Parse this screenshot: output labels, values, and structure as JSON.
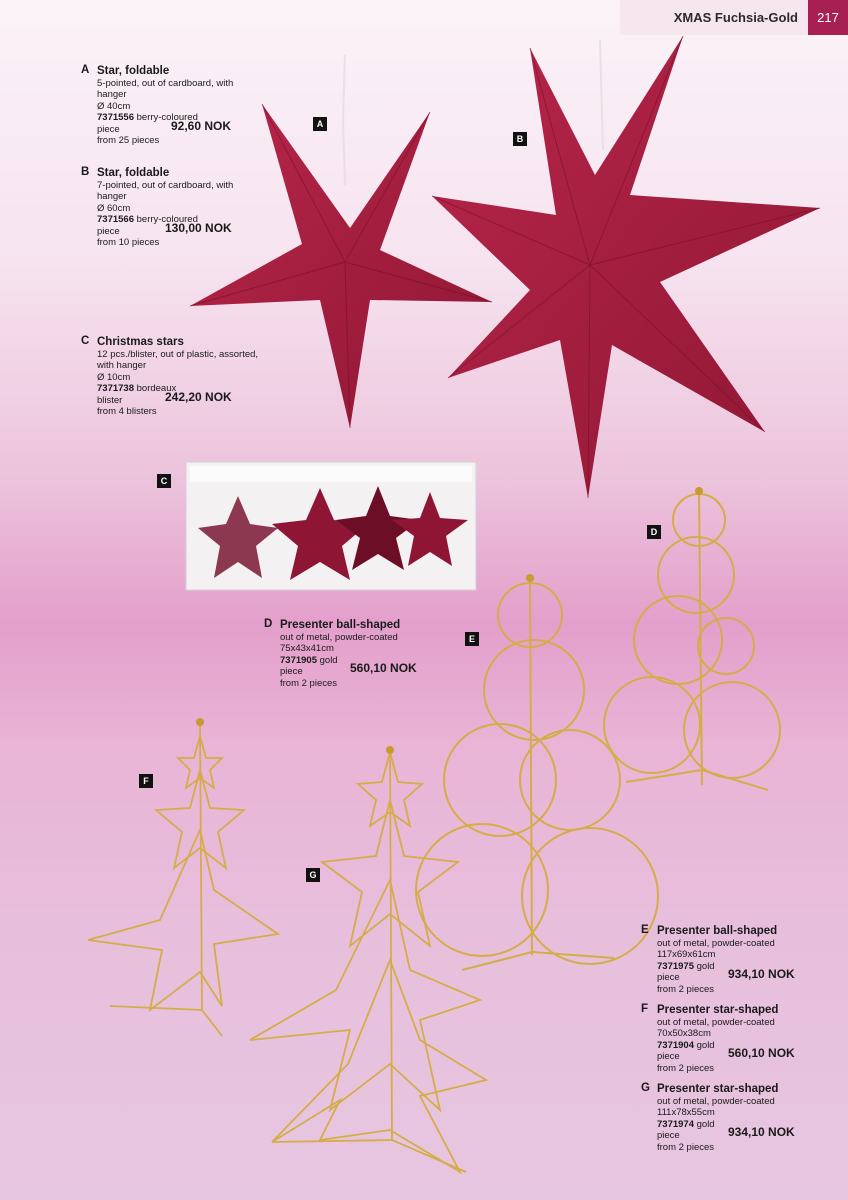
{
  "header": {
    "title": "XMAS Fuchsia-Gold",
    "page_number": "217"
  },
  "products": {
    "a": {
      "letter": "A",
      "name": "Star, foldable",
      "desc": "5-pointed, out of cardboard, with hanger",
      "size": "Ø 40cm",
      "article": "7371556",
      "variant": "berry-coloured",
      "unit": "piece",
      "price": "92,60 NOK",
      "minimum": "from 25 pieces"
    },
    "b": {
      "letter": "B",
      "name": "Star, foldable",
      "desc": "7-pointed, out of cardboard, with hanger",
      "size": "Ø 60cm",
      "article": "7371566",
      "variant": "berry-coloured",
      "unit": "piece",
      "price": "130,00 NOK",
      "minimum": "from 10 pieces"
    },
    "c": {
      "letter": "C",
      "name": "Christmas stars",
      "desc": "12 pcs./blister, out of plastic, assorted, with hanger",
      "size": "Ø 10cm",
      "article": "7371738",
      "variant": "bordeaux",
      "unit": "blister",
      "price": "242,20 NOK",
      "minimum": "from 4 blisters"
    },
    "d": {
      "letter": "D",
      "name": "Presenter ball-shaped",
      "desc": "out of metal, powder-coated",
      "size": "75x43x41cm",
      "article": "7371905",
      "variant": "gold",
      "unit": "piece",
      "price": "560,10 NOK",
      "minimum": "from 2 pieces"
    },
    "e": {
      "letter": "E",
      "name": "Presenter ball-shaped",
      "desc": "out of metal, powder-coated",
      "size": "117x69x61cm",
      "article": "7371975",
      "variant": "gold",
      "unit": "piece",
      "price": "934,10 NOK",
      "minimum": "from 2 pieces"
    },
    "f": {
      "letter": "F",
      "name": "Presenter star-shaped",
      "desc": "out of metal, powder-coated",
      "size": "70x50x38cm",
      "article": "7371904",
      "variant": "gold",
      "unit": "piece",
      "price": "560,10 NOK",
      "minimum": "from 2 pieces"
    },
    "g": {
      "letter": "G",
      "name": "Presenter star-shaped",
      "desc": "out of metal, powder-coated",
      "size": "111x78x55cm",
      "article": "7371974",
      "variant": "gold",
      "unit": "piece",
      "price": "934,10 NOK",
      "minimum": "from 2 pieces"
    }
  },
  "markers": {
    "a": "A",
    "b": "B",
    "c": "C",
    "d": "D",
    "e": "E",
    "f": "F",
    "g": "G"
  },
  "colors": {
    "accent": "#a81f52",
    "star_red": "#a31a3d",
    "gold": "#d4ad4a"
  }
}
